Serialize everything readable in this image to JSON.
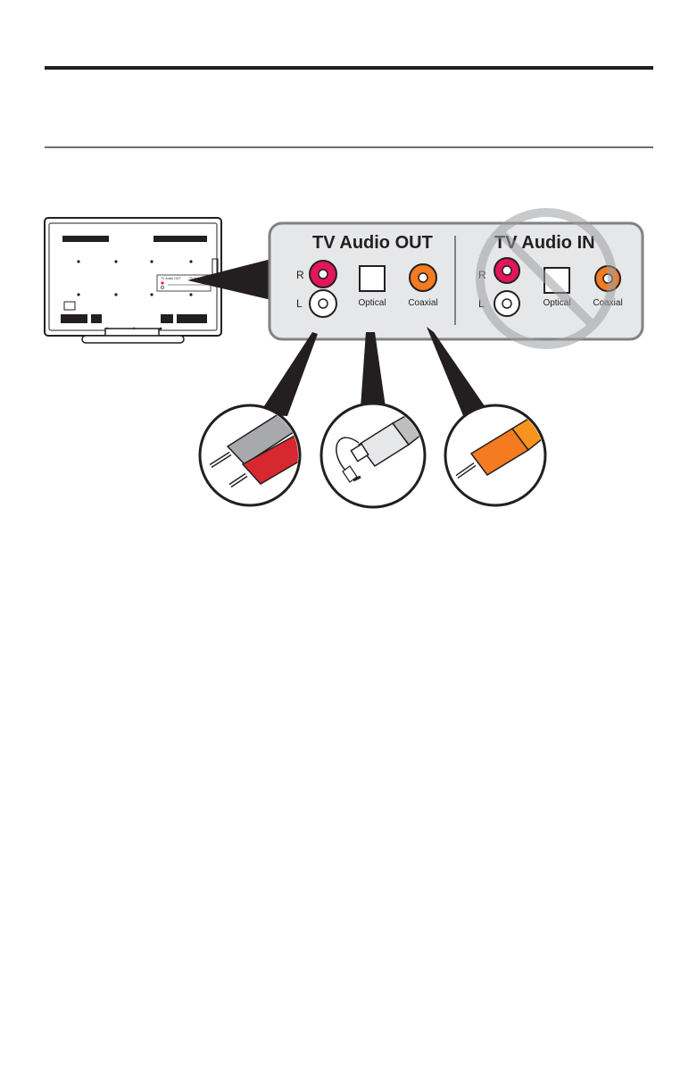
{
  "panel": {
    "out": {
      "title": "TV Audio OUT",
      "right_label": "R",
      "left_label": "L",
      "optical_label": "Optical",
      "coaxial_label": "Coaxial"
    },
    "in": {
      "title": "TV Audio IN",
      "right_label": "R",
      "left_label": "L",
      "optical_label": "Optical",
      "coaxial_label": "Coaxial"
    }
  },
  "tv_inset": {
    "out_label": "TV Audio OUT",
    "in_label": "TV Audio IN"
  },
  "colors": {
    "rca_red": "#e3165b",
    "coaxial_orange": "#f47b20",
    "panel_fill": "#e6e7e8",
    "prohibited_gray": "#9d9fa2",
    "cable_gray": "#a7a9ac",
    "cable_red": "#d7282f"
  },
  "icons": [
    "rca-cable-icon",
    "optical-cable-icon",
    "coaxial-cable-icon",
    "prohibited-icon"
  ]
}
